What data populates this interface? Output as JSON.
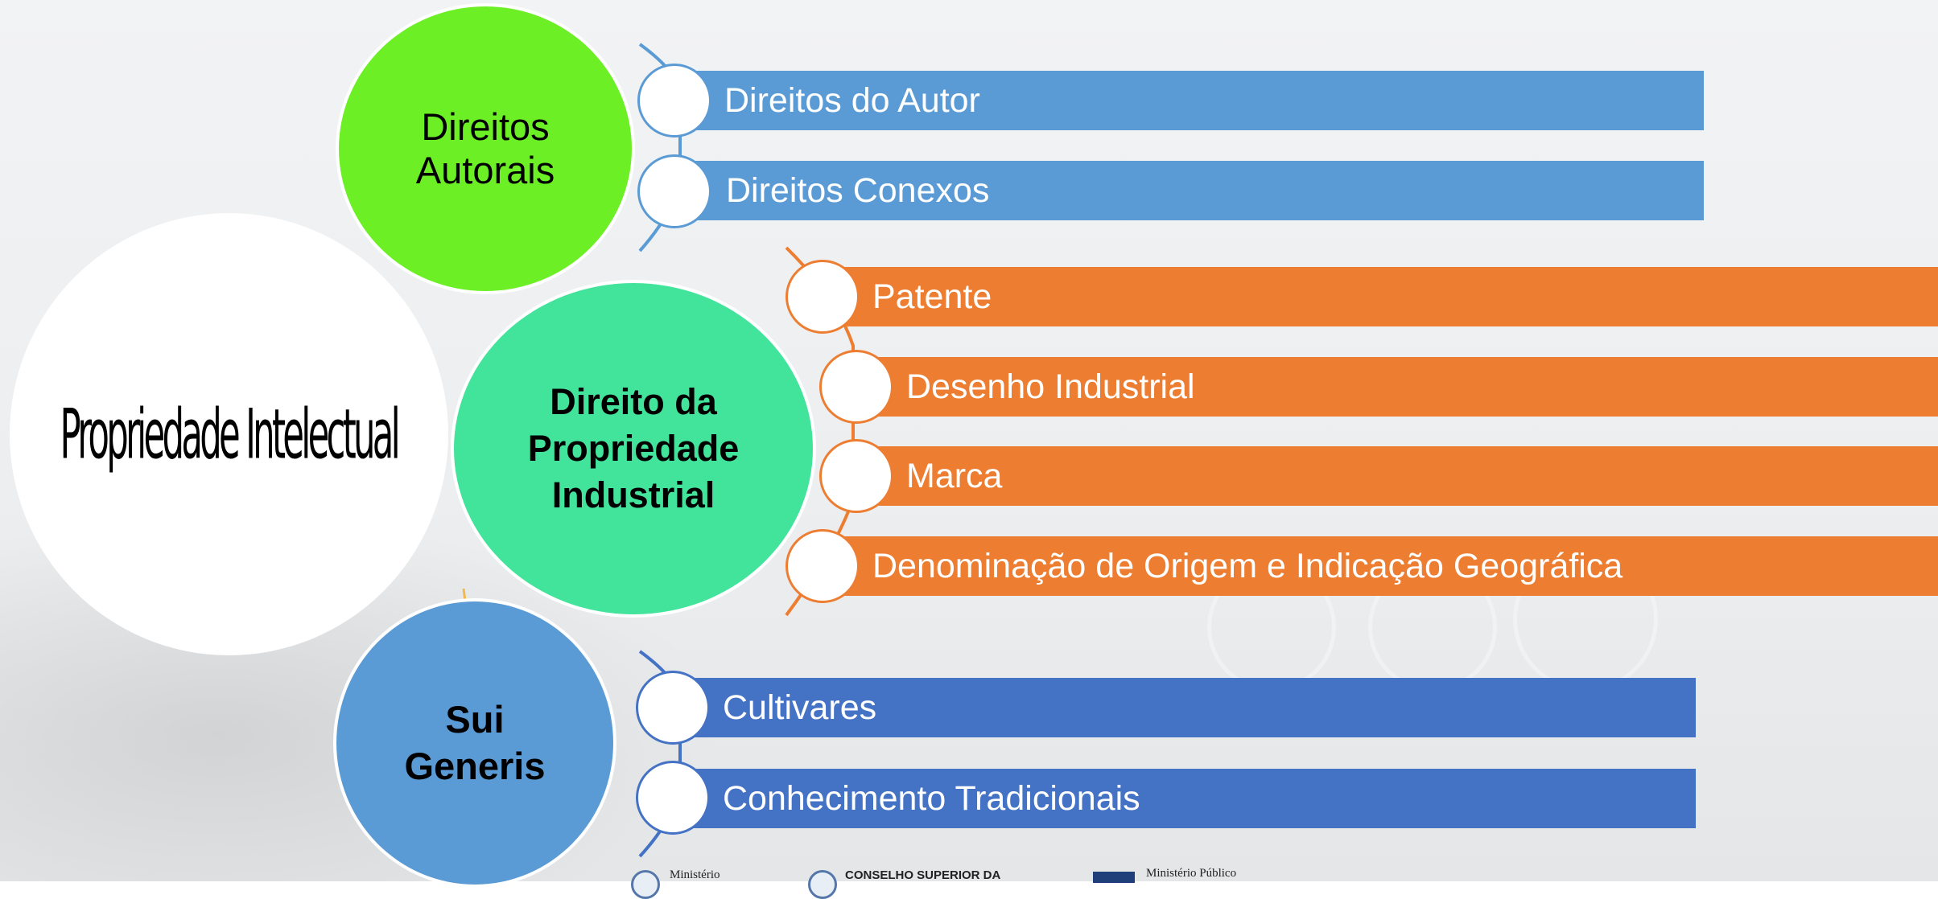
{
  "root": {
    "label": "Propriedade Intelectual",
    "color": "#ffffff"
  },
  "groups": [
    {
      "label": "Direitos\nAutorais",
      "color": "#6cef25",
      "bar_color": "#5b9bd5",
      "items": [
        "Direitos do Autor",
        "Direitos Conexos"
      ]
    },
    {
      "label": "Direito da\nPropriedade\nIndustrial",
      "color": "#42e39b",
      "bar_color": "#ed7d31",
      "items": [
        "Patente",
        "Desenho Industrial",
        "Marca",
        "Denominação de Origem e Indicação Geográfica"
      ]
    },
    {
      "label": "Sui\nGeneris",
      "color": "#5b9bd5",
      "bar_color": "#4472c4",
      "items": [
        "Cultivares",
        "Conhecimento Tradicionais"
      ]
    }
  ],
  "footer": {
    "logo1": "Ministério",
    "logo2": "CONSELHO SUPERIOR DA",
    "logo3": "Ministério Público"
  }
}
